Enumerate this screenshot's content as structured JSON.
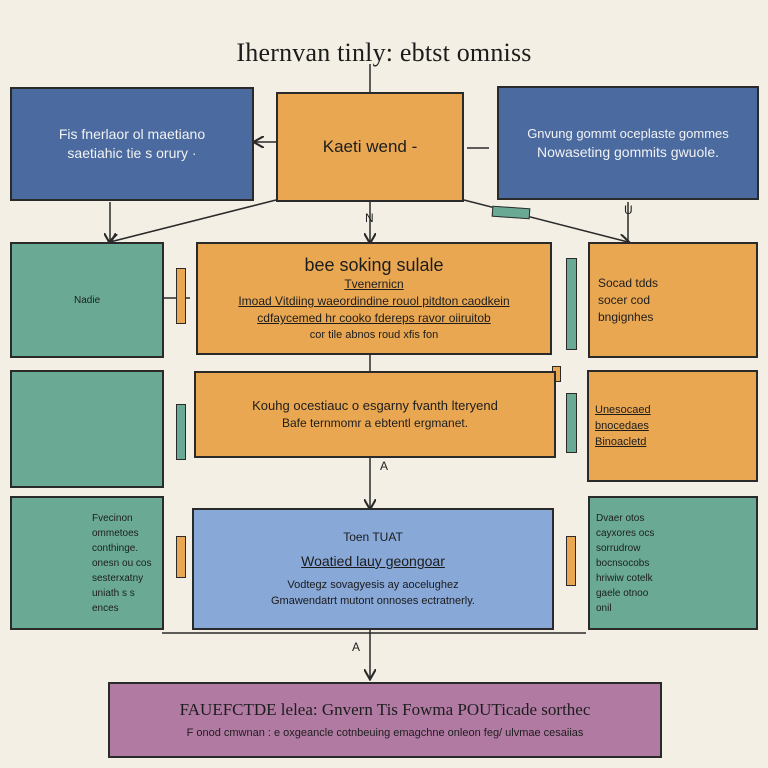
{
  "title": "Ihernvan tinly: ebtst omniss",
  "top_left": {
    "lines": [
      "Fis fnerlaor ol maetiano",
      "saetiahic tie s orury ·"
    ]
  },
  "top_center": {
    "text": "Kaeti wend -"
  },
  "top_right": {
    "lines": [
      "Gnvung gommt oceplaste gommes",
      "Nowaseting gommits gwuole."
    ]
  },
  "connector_tag": "",
  "marker_n": "N",
  "marker_u": "U",
  "marker_a1": "A",
  "marker_a2": "A",
  "mid_orange": {
    "heading": "bee soking sulale",
    "subheading": "Tvenernicn",
    "lines": [
      "Imoad Vitdiing waeordindine rouol pitdton caodkein",
      "cdfaycemed hr cooko fdereps ravor oiiruitob",
      "cor tile abnos roud xfis fon"
    ]
  },
  "left_green_1": {
    "label": "Nadie"
  },
  "right_orange_1": {
    "lines": [
      "Socad tdds",
      "socer cod",
      "bngignhes"
    ]
  },
  "mid_orange_2": {
    "lines": [
      "Kouhg ocestiauc o esgarny fvanth lteryend",
      "Bafe ternmomr a ebtentl ergmanet."
    ]
  },
  "right_orange_2": {
    "lines": [
      "Unesocaed",
      "bnocedaes",
      "Binoacletd"
    ]
  },
  "blue_center": {
    "heading": "Toen TUAT",
    "subheading": "Woatied lauy geongoar",
    "lines": [
      "Vodtegz sovagyesis ay aocelughez",
      "Gmawendatrt mutont onnoses ectratnerly."
    ]
  },
  "left_green_3": {
    "lines": [
      "Fvecinon",
      "ommetoes",
      "conthinge.",
      "onesn ou cos",
      "sesterxatny",
      "uniath s s",
      "ences"
    ]
  },
  "right_green_3": {
    "lines": [
      "Dvaer otos",
      "cayxores ocs",
      "sorrudrow",
      "bocnsocobs",
      "hriwiw cotelk",
      "gaele otnoo",
      "onil"
    ]
  },
  "bottom_purple": {
    "heading": "FAUEFCTDE lelea: Gnvern Tis Fowma POUTicade sorthec",
    "line": "F onod cmwnan : e oxgeancle cotnbeuing emagchne onleon feg/ ulvmae cesaiias"
  }
}
